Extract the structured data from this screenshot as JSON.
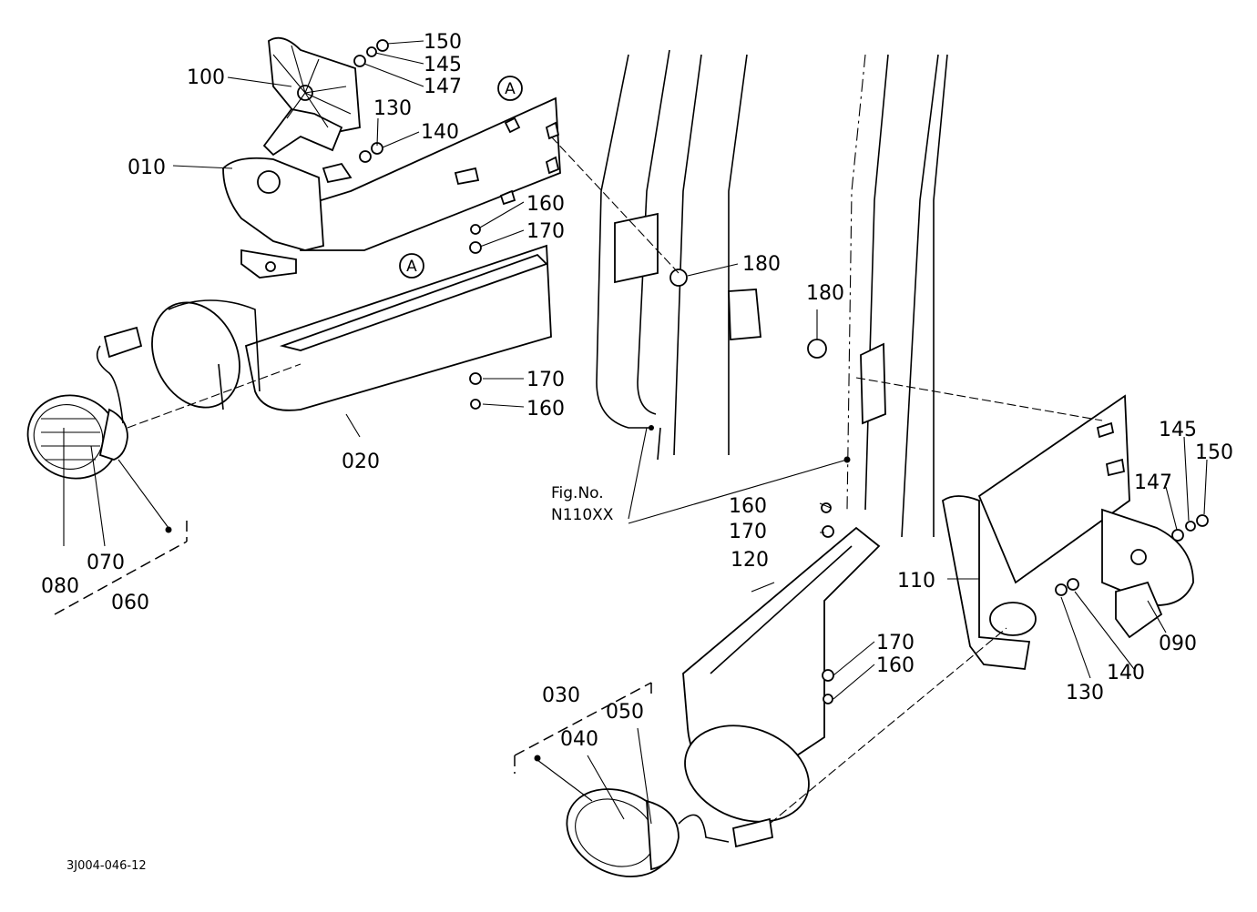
{
  "drawing_code": "3J004-046-12",
  "figure_ref": {
    "line1": "Fig.No.",
    "line2": "N110XX"
  },
  "callouts": {
    "p010": "010",
    "p020": "020",
    "p030": "030",
    "p040": "040",
    "p050": "050",
    "p060": "060",
    "p070": "070",
    "p080": "080",
    "p090": "090",
    "p100": "100",
    "p110": "110",
    "p120": "120",
    "p130_left": "130",
    "p140_left": "140",
    "p145_left": "145",
    "p147_left": "147",
    "p150_left": "150",
    "p160_a": "160",
    "p170_a": "170",
    "p170_b": "170",
    "p160_b": "160",
    "p180_a": "180",
    "p180_b": "180",
    "p145_right": "145",
    "p147_right": "147",
    "p150_right": "150",
    "p160_c": "160",
    "p170_c": "170",
    "p170_d": "170",
    "p160_d": "160",
    "p130_right": "130",
    "p140_right": "140"
  },
  "markers": {
    "a_top": "A",
    "a_mid": "A"
  }
}
